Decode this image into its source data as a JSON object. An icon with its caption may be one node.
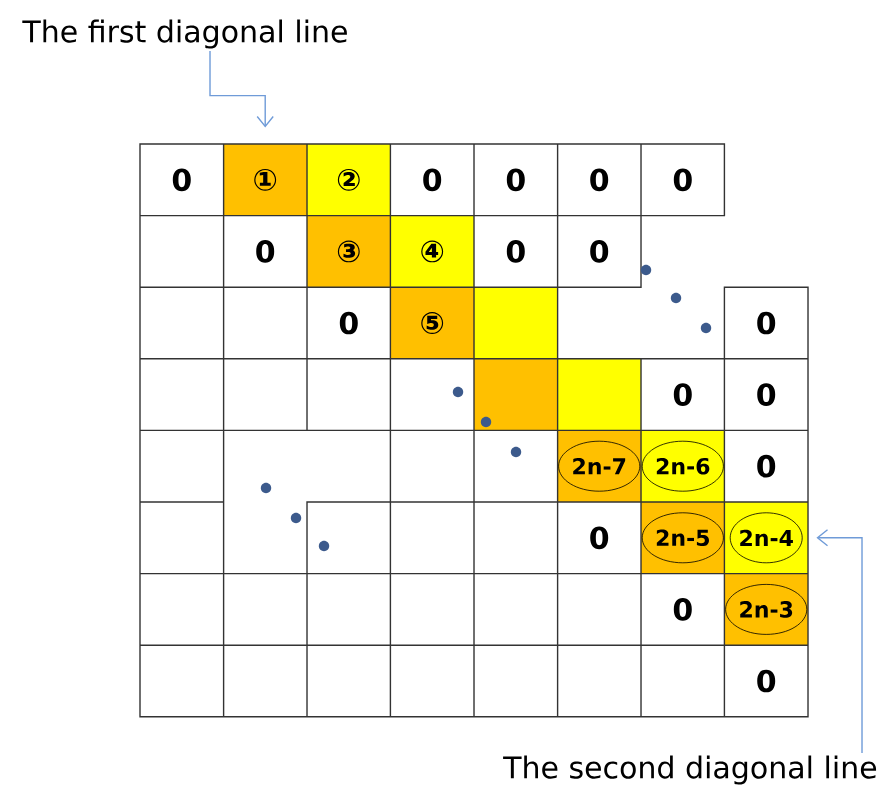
{
  "diagram": {
    "nodes": [
      {
        "text": [
          "The first diagonal line"
        ]
      },
      {
        "text": [
          "The second diagonal line"
        ]
      },
      {
        "text": [
          "①"
        ]
      },
      {
        "text": [
          "2n-4"
        ]
      }
    ],
    "edges": [
      {
        "from": 0,
        "to": 2,
        "arrow": "to",
        "color": "#6f9bd8"
      },
      {
        "from": 1,
        "to": 3,
        "arrow": "to",
        "color": "#6f9bd8"
      }
    ],
    "labels": [
      "0",
      "②",
      "0",
      "0",
      "0",
      "0",
      "0",
      "③",
      "④",
      "0",
      "0",
      "0",
      "⑤",
      "0",
      "0",
      "0",
      "2n-7",
      "2n-6",
      "0",
      "0",
      "2n-5",
      "0",
      "2n-3",
      "0"
    ]
  }
}
